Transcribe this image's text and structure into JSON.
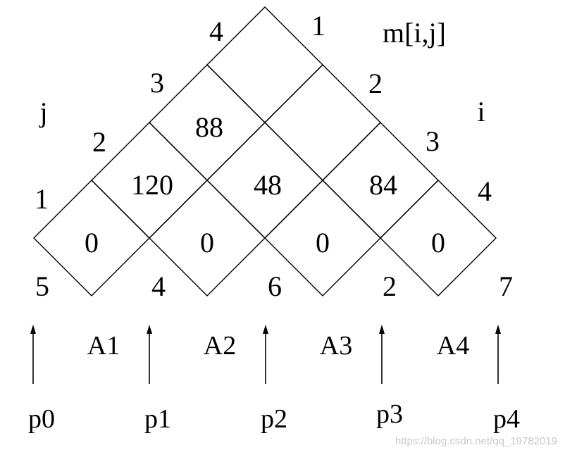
{
  "title": "m[i,j]",
  "j_axis_label": "j",
  "i_axis_label": "i",
  "j_labels": [
    "1",
    "2",
    "3",
    "4"
  ],
  "i_labels": [
    "1",
    "2",
    "3",
    "4"
  ],
  "cell_values": {
    "row1": [
      "0",
      "0",
      "0",
      "0"
    ],
    "row2": [
      "120",
      "48",
      "84"
    ],
    "row3": [
      "88",
      "",
      ""
    ],
    "row4": [
      ""
    ]
  },
  "dimensions": [
    "5",
    "4",
    "6",
    "2",
    "7"
  ],
  "matrices": [
    "A1",
    "A2",
    "A3",
    "A4"
  ],
  "p_labels": [
    "p0",
    "p1",
    "p2",
    "p3",
    "p4"
  ],
  "watermark": "https://blog.csdn.net/qq_19782019",
  "colors": {
    "line": "#000000",
    "text": "#000000",
    "watermark": "#c8c8c8"
  }
}
